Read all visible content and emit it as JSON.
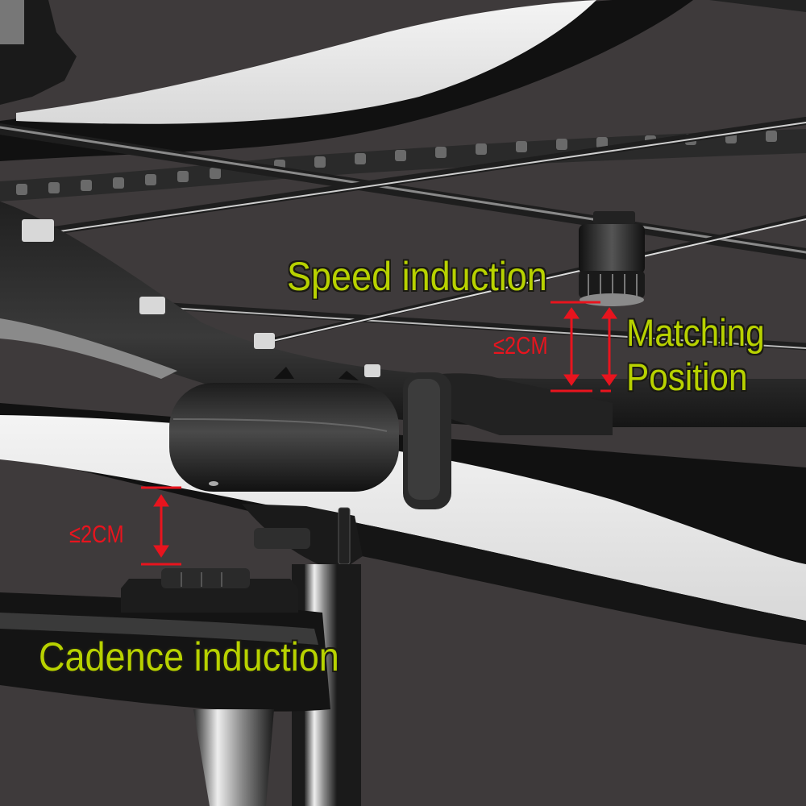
{
  "image": {
    "description": "Bicycle speed and cadence sensor installation guide photo",
    "background_color": "#3e3a3b",
    "label_color": "#b8d200",
    "dimension_color": "#e8141e"
  },
  "annotations": {
    "speed_sensor": "Speed induction",
    "matching_position_line1": "Matching",
    "matching_position_line2": "Position",
    "cadence_sensor": "Cadence induction",
    "speed_gap": "≤2CM",
    "cadence_gap": "≤2CM"
  }
}
